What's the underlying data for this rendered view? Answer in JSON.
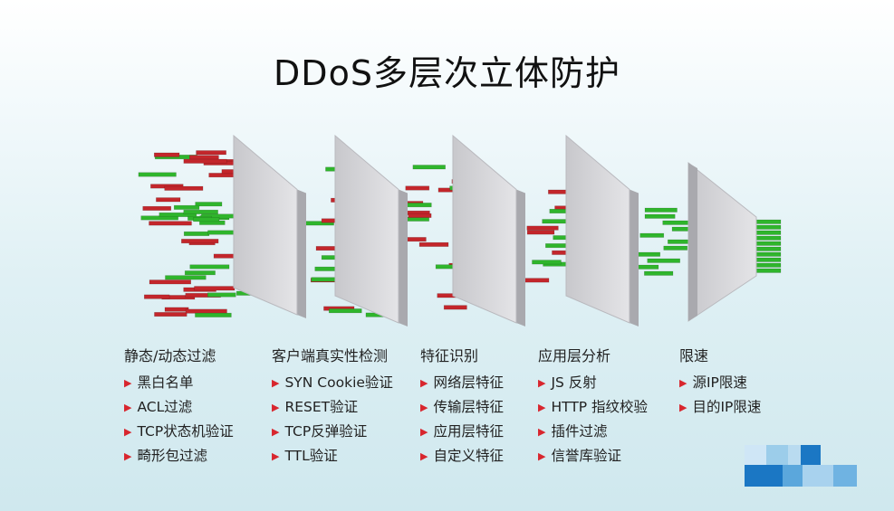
{
  "title": "DDoS多层次立体防护",
  "colors": {
    "red": "#c3262b",
    "green": "#2fb52c",
    "wall_face": "#d5d5d8",
    "wall_side": "#a9a9ae",
    "bullet": "#d8262e"
  },
  "icons": {
    "bullet": "triangle-right-icon"
  },
  "layers": [
    {
      "heading": "静态/动态过滤",
      "items": [
        "黑白名单",
        "ACL过滤",
        "TCP状态机验证",
        "畸形包过滤"
      ]
    },
    {
      "heading": "客户端真实性检测",
      "items": [
        "SYN Cookie验证",
        "RESET验证",
        "TCP反弹验证",
        "TTL验证"
      ]
    },
    {
      "heading": "特征识别",
      "items": [
        "网络层特征",
        "传输层特征",
        "应用层特征",
        "自定义特征"
      ]
    },
    {
      "heading": "应用层分析",
      "items": [
        "JS 反射",
        "HTTP 指纹校验",
        "插件过滤",
        "信誉库验证"
      ]
    },
    {
      "heading": "限速",
      "items": [
        "源IP限速",
        "目的IP限速"
      ]
    }
  ]
}
